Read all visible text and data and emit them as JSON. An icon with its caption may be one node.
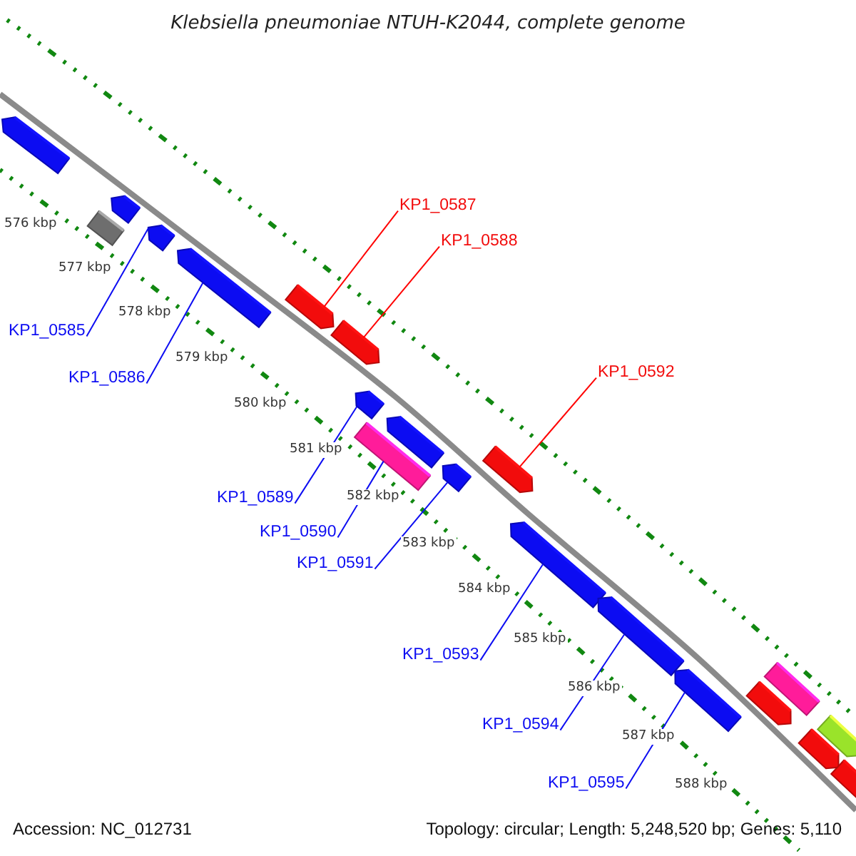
{
  "diagram": {
    "title": "Klebsiella pneumoniae NTUH-K2044, complete genome",
    "nodes": [
      {
        "text": [],
        "shape": "arrow"
      },
      {
        "text": [],
        "shape": "box"
      },
      {
        "text": [],
        "shape": "arrow"
      },
      {
        "text": [],
        "shape": "arrow"
      },
      {
        "text": [],
        "shape": "arrow"
      },
      {
        "text": [],
        "shape": "arrow"
      },
      {
        "text": [],
        "shape": "arrow"
      },
      {
        "text": [],
        "shape": "arrow"
      },
      {
        "text": [],
        "shape": "box"
      },
      {
        "text": [],
        "shape": "arrow"
      },
      {
        "text": [],
        "shape": "arrow"
      },
      {
        "text": [],
        "shape": "arrow"
      },
      {
        "text": [],
        "shape": "arrow"
      },
      {
        "text": [],
        "shape": "arrow"
      },
      {
        "text": [],
        "shape": "arrow"
      },
      {
        "text": [],
        "shape": "arrow"
      },
      {
        "text": [],
        "shape": "box"
      },
      {
        "text": [],
        "shape": "arrow"
      },
      {
        "text": [],
        "shape": "arrow"
      },
      {
        "text": [],
        "shape": "arrow"
      },
      {
        "text": [
          "KP1_0585"
        ]
      },
      {
        "text": [
          "KP1_0586"
        ]
      },
      {
        "text": [
          "KP1_0587"
        ]
      },
      {
        "text": [
          "KP1_0588"
        ]
      },
      {
        "text": [
          "KP1_0589"
        ]
      },
      {
        "text": [
          "KP1_0590"
        ]
      },
      {
        "text": [
          "KP1_0591"
        ]
      },
      {
        "text": [
          "KP1_0592"
        ]
      },
      {
        "text": [
          "KP1_0593"
        ]
      },
      {
        "text": [
          "KP1_0594"
        ]
      },
      {
        "text": [
          "KP1_0595"
        ]
      }
    ],
    "edges": [
      {
        "from": 20,
        "to": 3,
        "arrow": "none"
      },
      {
        "from": 21,
        "to": 4,
        "arrow": "none"
      },
      {
        "from": 22,
        "to": 5,
        "arrow": "none",
        "color": "#ff0000"
      },
      {
        "from": 23,
        "to": 6,
        "arrow": "none",
        "color": "#ff0000"
      },
      {
        "from": 24,
        "to": 7,
        "arrow": "none"
      },
      {
        "from": 25,
        "to": 8,
        "arrow": "none"
      },
      {
        "from": 26,
        "to": 10,
        "arrow": "none"
      },
      {
        "from": 27,
        "to": 11,
        "arrow": "none",
        "color": "#ff0000"
      },
      {
        "from": 28,
        "to": 12,
        "arrow": "none"
      },
      {
        "from": 29,
        "to": 13,
        "arrow": "none"
      },
      {
        "from": 30,
        "to": 14,
        "arrow": "none"
      }
    ],
    "labels": [
      "576 kbp",
      "577 kbp",
      "578 kbp",
      "579 kbp",
      "580 kbp",
      "581 kbp",
      "582 kbp",
      "583 kbp",
      "584 kbp",
      "585 kbp",
      "586 kbp",
      "587 kbp",
      "588 kbp",
      "Accession: NC_012731",
      "Topology: circular; Length: 5,248,520 bp; Genes: 5,110"
    ]
  }
}
